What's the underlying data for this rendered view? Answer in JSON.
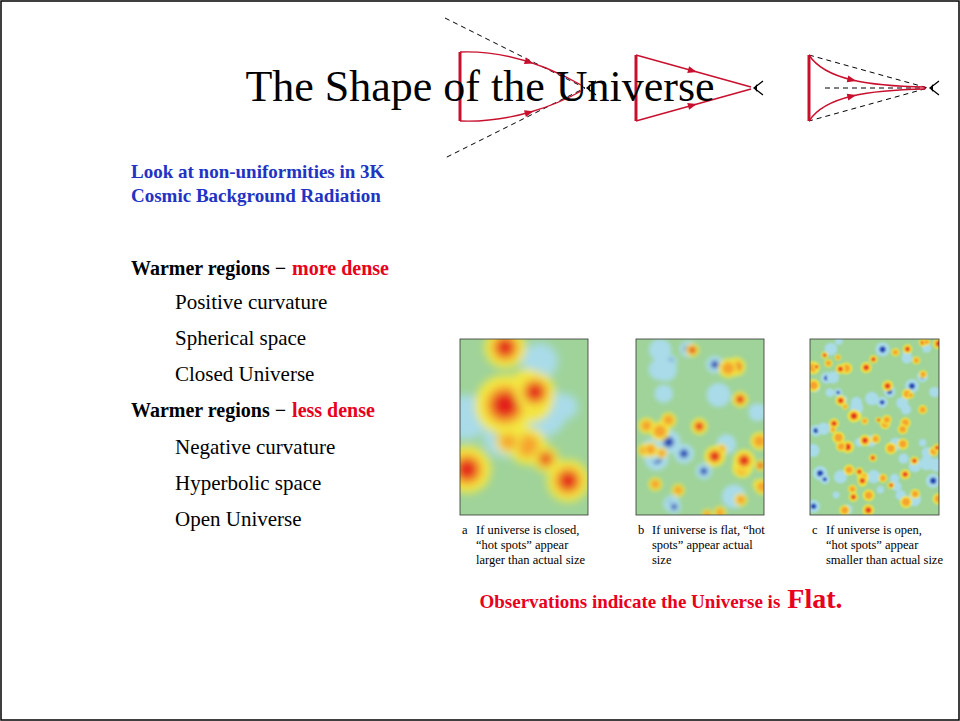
{
  "diagram": {
    "title": "The Shape of the Universe",
    "labels": [
      "Look at non-uniformities in 3K Cosmic Background Radiation",
      "Warmer regions −",
      "more dense",
      "Positive curvature",
      "Spherical space",
      "Closed Universe",
      "Warmer regions −",
      "less dense",
      "Negative curvature",
      "Hyperbolic space",
      "Open Universe",
      "a",
      "If universe is closed, “hot spots” appear larger than actual size",
      "b",
      "If universe is flat, “hot spots” appear actual size",
      "c",
      "If universe is open, “hot spots” appear smaller than actual size",
      "Observations indicate the Universe is",
      "Flat."
    ]
  }
}
